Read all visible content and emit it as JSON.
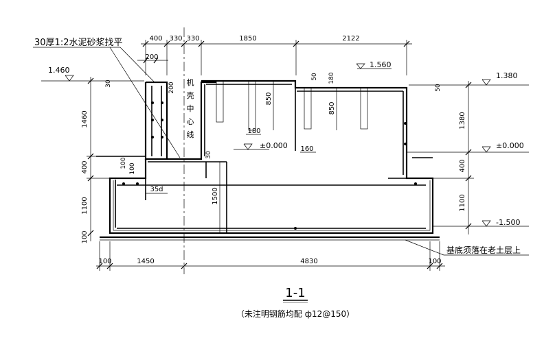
{
  "note_mortar": "30厚1:2水泥砂浆找平",
  "top_dims": [
    "400",
    "330",
    "330",
    "1850",
    "2122"
  ],
  "dim_200_top": "200",
  "dim_200_wall": "200",
  "dim_50_a": "50",
  "dim_50_b": "50",
  "dim_100_a": "100",
  "dim_100_b": "100",
  "dim_180": "180",
  "dim_850_a": "850",
  "dim_850_b": "850",
  "dim_180b": "180",
  "dim_160": "160",
  "dim_1500": "1500",
  "dim_35d": "35d",
  "dim_30": "30",
  "elev_left": "1.460",
  "elev_mid": "1.560",
  "elev_right": "1.380",
  "elev_zero_mid": "±0.000",
  "elev_zero_right": "±0.000",
  "elev_neg": "-1.500",
  "left_dims": [
    "1460",
    "400",
    "1100",
    "100"
  ],
  "right_dims": [
    "1380",
    "400",
    "1100"
  ],
  "bottom_dims": [
    "100",
    "1450",
    "4830",
    "100"
  ],
  "centerline_label": [
    "机",
    "壳",
    "中",
    "心",
    "线"
  ],
  "base_note": "基底须落在老土层上",
  "section_title": "1-1",
  "section_note": "（未注明钢筋均配 ф12@150）"
}
